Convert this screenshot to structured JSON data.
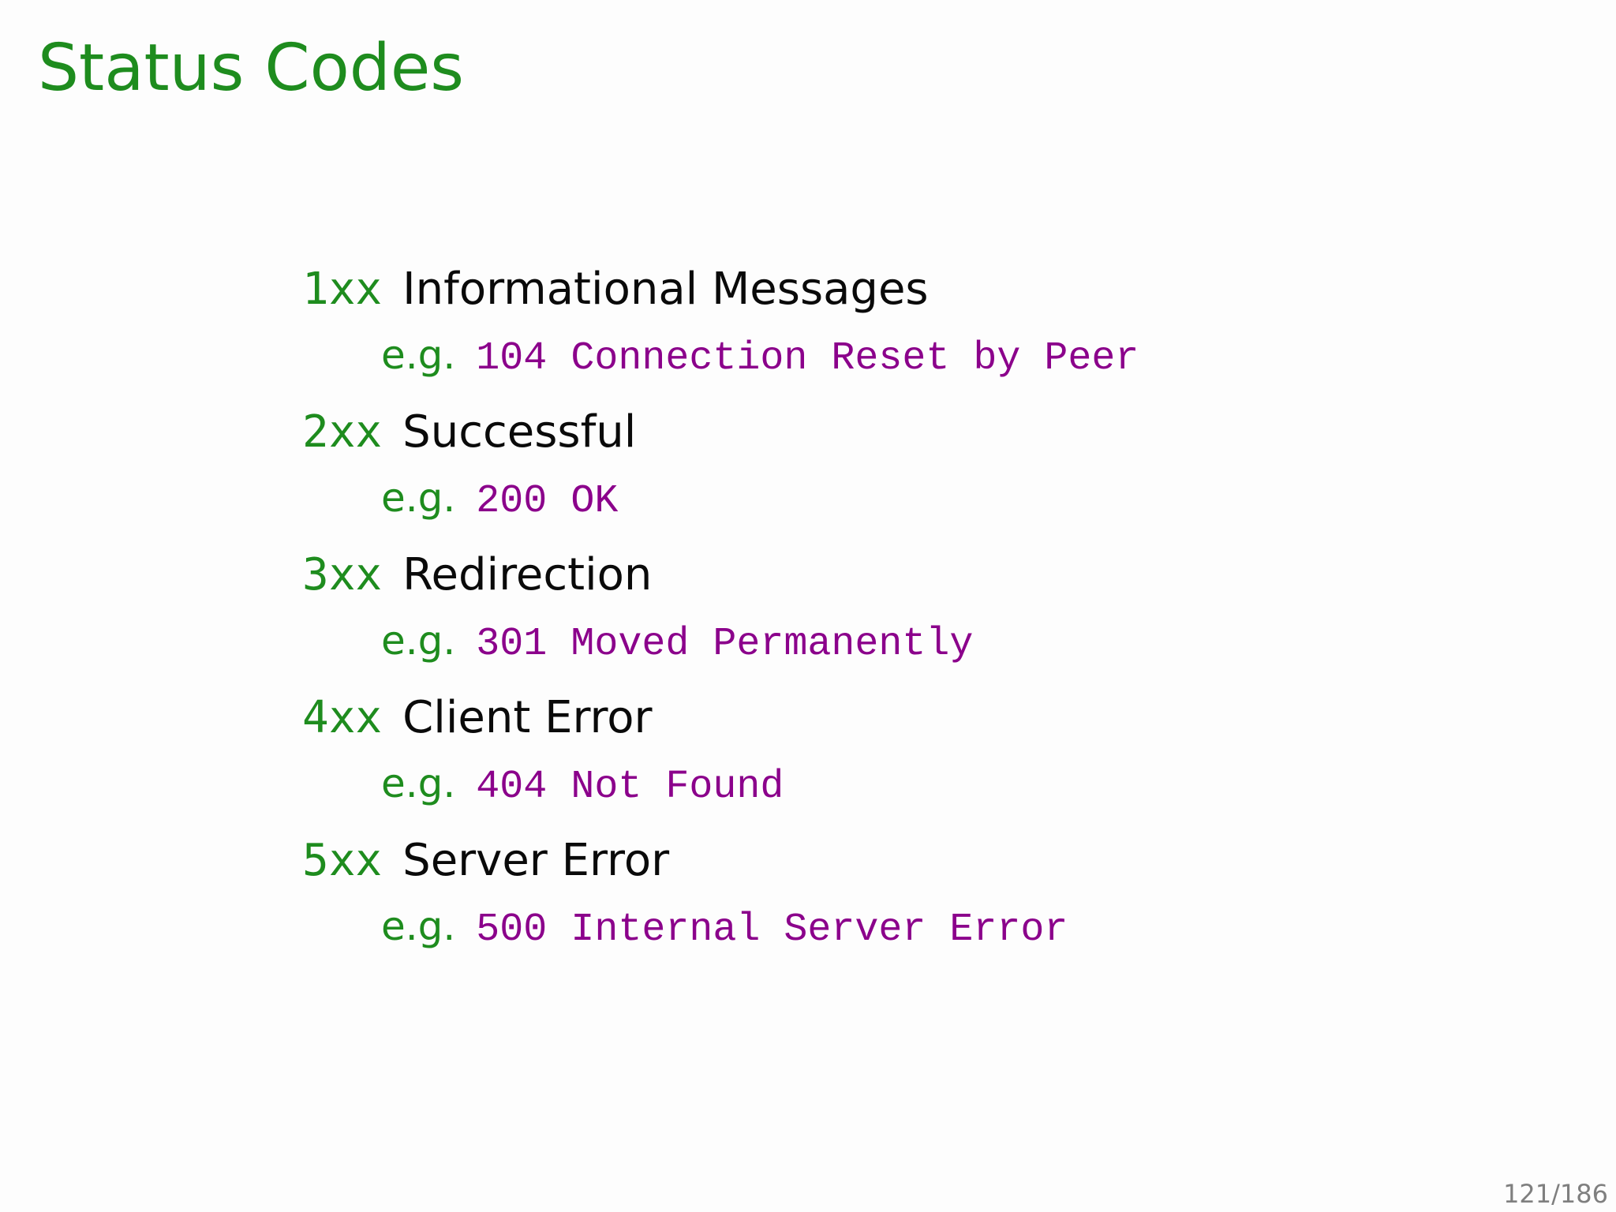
{
  "slide": {
    "title": "Status Codes",
    "page_number": "121/186"
  },
  "status_codes": {
    "items": [
      {
        "prefix": "1xx",
        "label": "Informational Messages",
        "example_prefix": "e.g.",
        "example": "104 Connection Reset by Peer"
      },
      {
        "prefix": "2xx",
        "label": "Successful",
        "example_prefix": "e.g.",
        "example": "200 OK"
      },
      {
        "prefix": "3xx",
        "label": "Redirection",
        "example_prefix": "e.g.",
        "example": "301 Moved Permanently"
      },
      {
        "prefix": "4xx",
        "label": "Client Error",
        "example_prefix": "e.g.",
        "example": "404 Not Found"
      },
      {
        "prefix": "5xx",
        "label": "Server Error",
        "example_prefix": "e.g.",
        "example": "500 Internal Server Error"
      }
    ]
  },
  "colors": {
    "heading_green": "#1e8c1e",
    "code_purple": "#8b008b",
    "body_text": "#0a0a0a",
    "page_number_gray": "#7f7f7f",
    "background": "#fdfdfd"
  }
}
